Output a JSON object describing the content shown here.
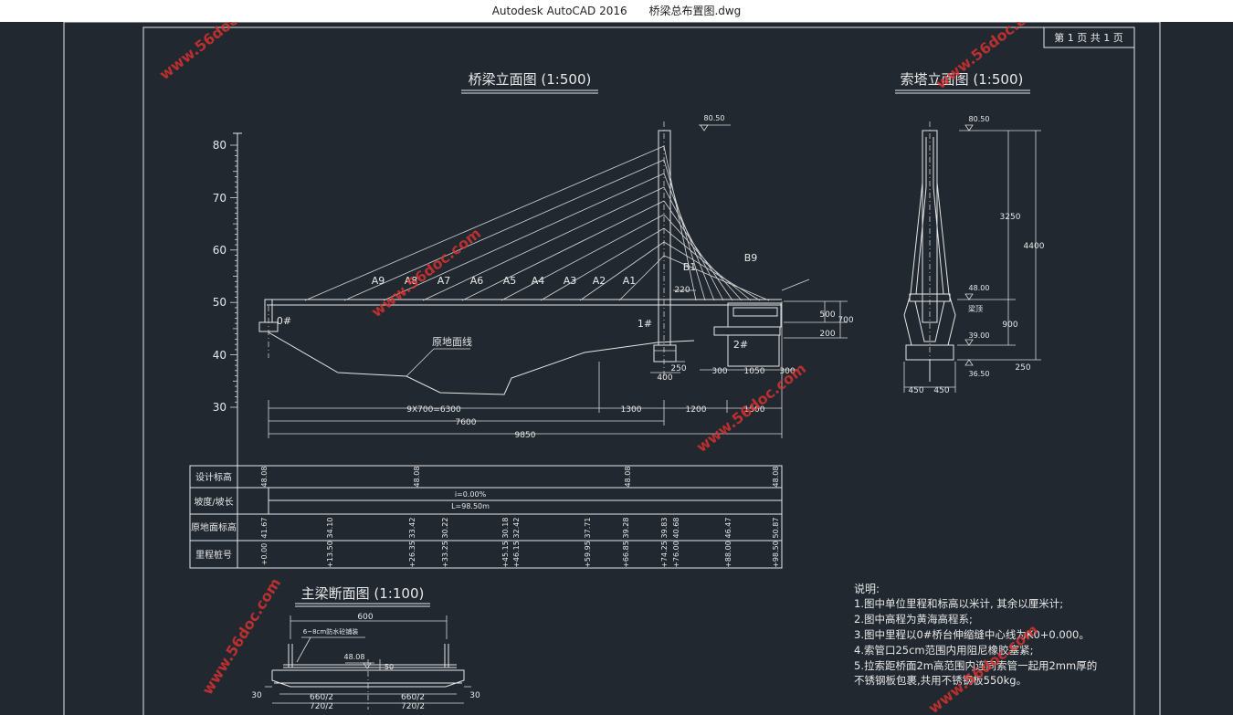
{
  "window": {
    "app": "Autodesk AutoCAD 2016",
    "file": "桥梁总布置图.dwg"
  },
  "page_box": {
    "text": "第 1 页  共 1 页"
  },
  "titles": {
    "elevation": "桥梁立面图 (1:500)",
    "tower": "索塔立面图 (1:500)",
    "section": "主梁断面图 (1:100)"
  },
  "elevation": {
    "y_ticks": [
      "80",
      "70",
      "60",
      "50",
      "40",
      "30"
    ],
    "cable_labels_a": [
      "A9",
      "A8",
      "A7",
      "A6",
      "A5",
      "A4",
      "A3",
      "A2",
      "A1"
    ],
    "label_b1": "B1",
    "label_b9": "B9",
    "pier0": "0#",
    "pier1": "1#",
    "pier2": "2#",
    "ground_label": "原地面线",
    "top_elev": "80.50",
    "dim_220": "220",
    "dim_500": "500",
    "dim_700": "700",
    "dim_200": "200",
    "dim_250": "250",
    "dim_400": "400",
    "dim_300a": "300",
    "dim_1050": "1050",
    "dim_300b": "300",
    "dim_9x700": "9X700=6300",
    "dim_1300": "1300",
    "dim_1200": "1200",
    "dim_1500": "1500",
    "dim_7600": "7600",
    "dim_9850": "9850"
  },
  "profile_table": {
    "row_labels": [
      "设计标高",
      "坡度/坡长",
      "原地面标高",
      "里程桩号"
    ],
    "design_elev": [
      "48.08",
      "48.08",
      "48.08",
      "48.08"
    ],
    "slope": "i=0.00%",
    "length": "L=98.50m",
    "ground_elev": [
      "41.67",
      "34.10",
      "33.42",
      "30.22",
      "30.18",
      "32.42",
      "37.71",
      "39.28",
      "39.83",
      "40.68",
      "46.47",
      "50.87"
    ],
    "stations": [
      "+0.00",
      "+13.50",
      "+26.35",
      "+33.25",
      "+45.15",
      "+46.15",
      "+59.95",
      "+66.85",
      "+74.25",
      "+76.00",
      "+88.00",
      "+98.50"
    ]
  },
  "tower": {
    "elev_top": "80.50",
    "dim_3250": "3250",
    "dim_4400": "4400",
    "elev_deck": "48.00",
    "beam_top": "梁顶",
    "dim_900": "900",
    "elev_base": "39.00",
    "elev_bottom": "36.50",
    "dim_250": "250",
    "dim_450a": "450",
    "dim_450b": "450"
  },
  "section": {
    "dim_600": "600",
    "note": "6~8cm防水砼铺装",
    "elev": "48.08",
    "dim_50": "50",
    "dim_30a": "30",
    "dim_30b": "30",
    "dim_660a": "660/2",
    "dim_660b": "660/2",
    "dim_720a": "720/2",
    "dim_720b": "720/2"
  },
  "notes": {
    "title": "说明:",
    "lines": [
      "1.图中单位里程和标高以米计, 其余以厘米计;",
      "2.图中高程为黄海高程系;",
      "3.图中里程以0#桥台伸缩缝中心线为K0+0.000。",
      "4.索管口25cm范围内用阻尼橡胶塞紧;",
      "5.拉索距桥面2m高范围内连同索管一起用2mm厚的",
      "不锈钢板包裹,共用不锈钢板550kg。"
    ]
  },
  "watermark": "www.56doc.com",
  "colors": {
    "background": "#212830",
    "lines": "#e6e6e6",
    "watermark": "#e0322f"
  }
}
